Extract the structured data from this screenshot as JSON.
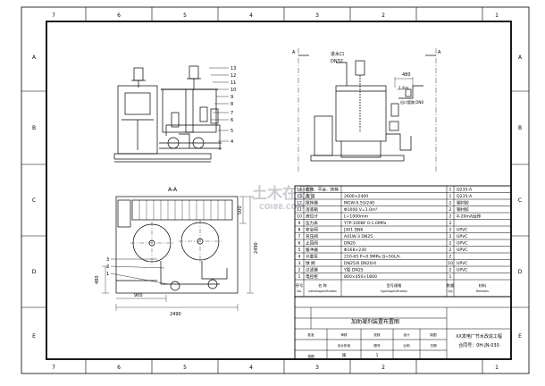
{
  "sheet": {
    "top_zones": [
      "7",
      "6",
      "5",
      "4",
      "3",
      "2",
      "1"
    ],
    "bottom_zones": [
      "7",
      "6",
      "5",
      "4",
      "3",
      "2",
      "1"
    ],
    "left_zones": [
      "A",
      "B",
      "C",
      "D",
      "E"
    ],
    "right_zones": [
      "A",
      "B",
      "C",
      "D",
      "E"
    ]
  },
  "watermark": {
    "text": "土木在线",
    "subtext": "COI88.COM"
  },
  "views": {
    "section_title": "A-A",
    "section_mark": "A",
    "inlet_label": "进水口",
    "inlet_size": "DN32",
    "side_note": "出口管路 DN8",
    "dim_side_height": "480",
    "dim_side_level": "1.6m",
    "dim_plan_width": "2490",
    "dim_plan_900": "900",
    "dim_plan_left": "480",
    "dim_plan_depth": "2490",
    "dim_plan_top": "500"
  },
  "callouts_elev": [
    "13",
    "12",
    "11",
    "10",
    "9",
    "8",
    "7",
    "6",
    "5",
    "4"
  ],
  "callouts_plan": [
    "3",
    "2",
    "1"
  ],
  "parts_table": {
    "rows": [
      {
        "no": "14",
        "name": "底座、平台、扶梯",
        "spec": "",
        "qty": "1",
        "material": "Q235-A"
      },
      {
        "no": "13",
        "name": "底  座",
        "spec": "2600×2400",
        "qty": "1",
        "material": "Q235-A"
      },
      {
        "no": "12",
        "name": "搅拌器",
        "spec": "MGW-0.55/240",
        "qty": "2",
        "material": "钢衬胶"
      },
      {
        "no": "11",
        "name": "溶液箱",
        "spec": "Φ1000  V=1.0m³",
        "qty": "2",
        "material": "钢衬胶"
      },
      {
        "no": "10",
        "name": "液位计",
        "spec": "L=1000mm",
        "qty": "2",
        "material": "4-20mA远传"
      },
      {
        "no": "9",
        "name": "压力表",
        "spec": "YTP-100BF  0-1.0MPa",
        "qty": "2",
        "material": ""
      },
      {
        "no": "8",
        "name": "安全阀",
        "spec": "J301  DN6",
        "qty": "2",
        "material": "UPVC"
      },
      {
        "no": "7",
        "name": "背压阀",
        "spec": "A41W-3     DN25",
        "qty": "2",
        "material": "UPVC"
      },
      {
        "no": "6",
        "name": "止回阀",
        "spec": "DN20",
        "qty": "2",
        "material": "UPVC"
      },
      {
        "no": "5",
        "name": "缓冲器",
        "spec": "Φ168×230",
        "qty": "2",
        "material": "UPVC"
      },
      {
        "no": "4",
        "name": "计量泵",
        "spec": "210-65  P=0.9MPa Q=50L/h",
        "qty": "2",
        "material": ""
      },
      {
        "no": "3",
        "name": "球  阀",
        "spec": "DN25/6  DN20/4",
        "qty": "10",
        "material": "UPVC"
      },
      {
        "no": "2",
        "name": "过滤器",
        "spec": "Y型 DN25",
        "qty": "2",
        "material": "UPVC"
      },
      {
        "no": "1",
        "name": "电控柜",
        "spec": "800×450×1800",
        "qty": "1",
        "material": ""
      }
    ],
    "header": {
      "no": "序号",
      "no_en": "No.",
      "name": "名  称",
      "name_en": "name&specification",
      "spec": "型号规格",
      "spec_en": "type&specification",
      "qty": "数量",
      "qty_en": "Qty",
      "material": "材料",
      "material_en": "Remarks"
    }
  },
  "title_block": {
    "project": "XX发电厂节水改造工程",
    "drawing_title": "加助凝剂装置布置图",
    "contract": "合同号：0H-JN-030",
    "roles": [
      "批准",
      "审核",
      "校核",
      "设计",
      "制图",
      "描图"
    ],
    "roles_en": [
      "Approved",
      "Checked",
      "Proof",
      "Designed",
      "Drawn",
      "Traced"
    ],
    "fields": [
      "设计阶段",
      "图号",
      "比例",
      "日期"
    ],
    "fields_en": [
      "Design Stage",
      "Drawing No.",
      "Scale",
      "Date"
    ],
    "stage_value": "施",
    "sheet_value": "1"
  }
}
